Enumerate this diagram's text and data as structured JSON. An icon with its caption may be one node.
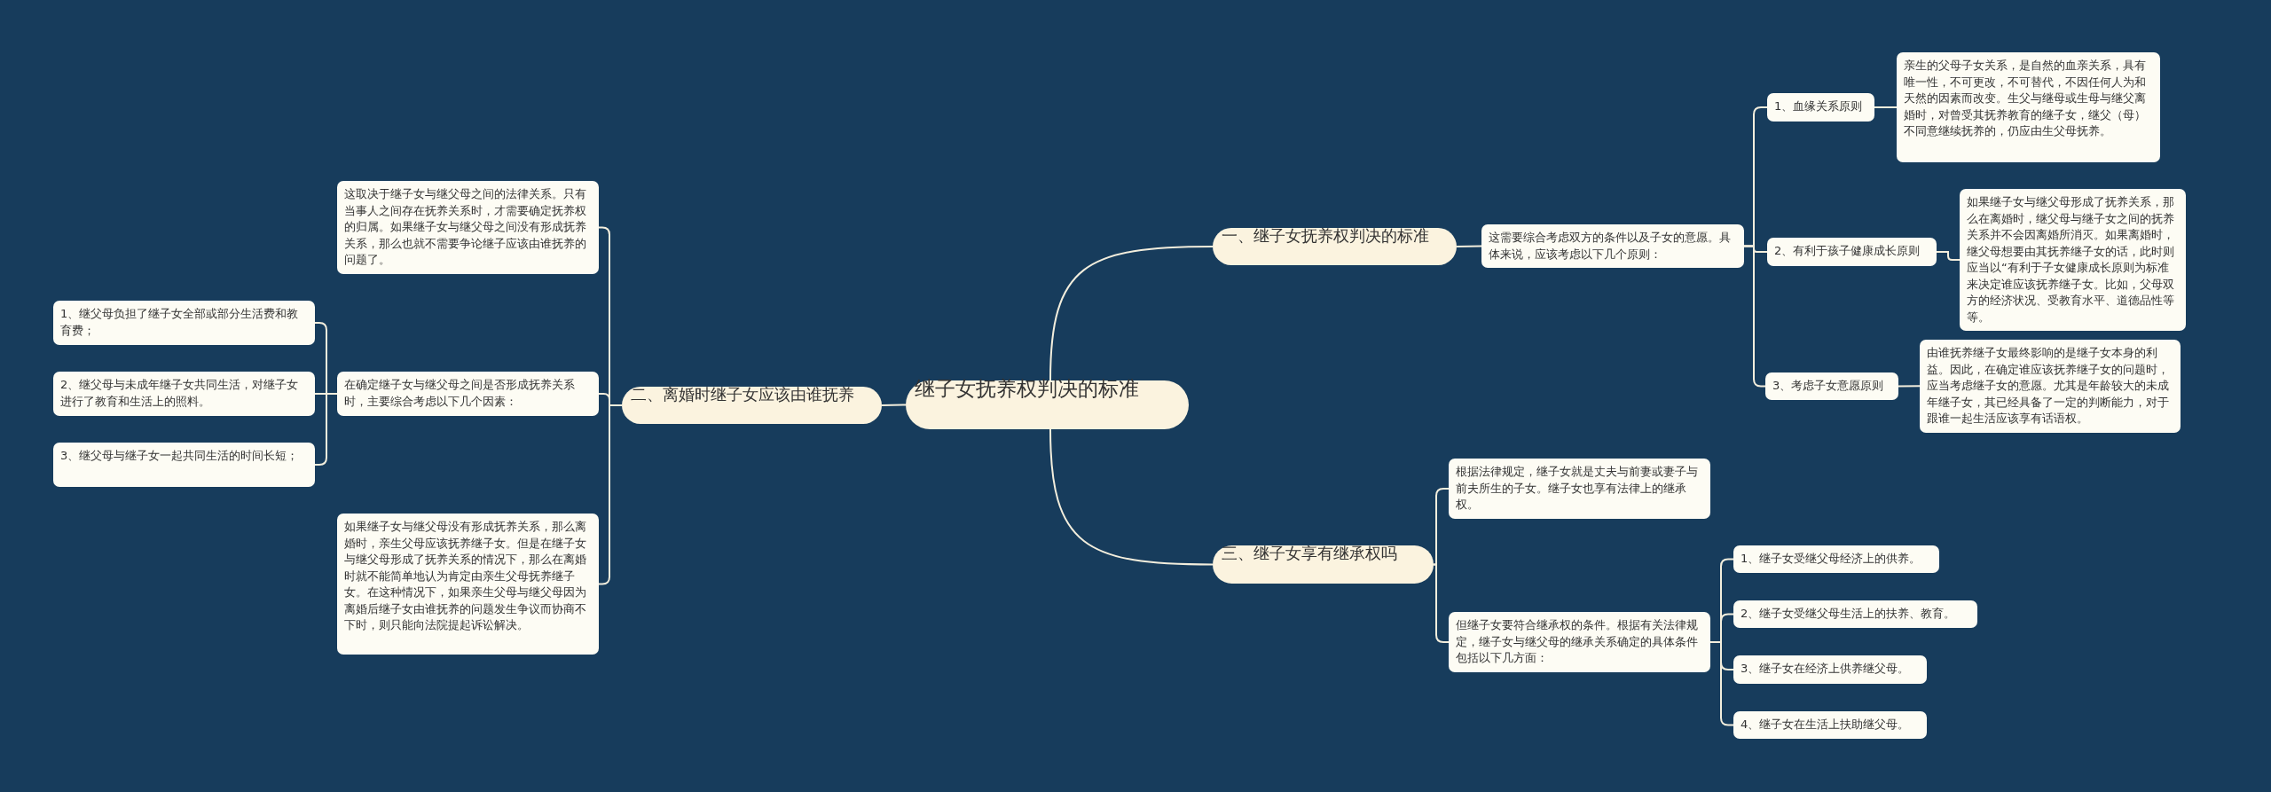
{
  "diagram": {
    "nodes": [
      {
        "text": [
          "继子女抚养权判决的标准"
        ]
      },
      {
        "text": [
          "一、继子女抚养权判决的标准"
        ]
      },
      {
        "text": [
          "这需要综合考虑双方的条件以及子女的意愿。具体来说，应该考虑以下几个原则："
        ]
      },
      {
        "text": [
          "1、血缘关系原则"
        ]
      },
      {
        "text": [
          "亲生的父母子女关系，是自然的血亲关系，具有唯一性，不可更改，不可替代，不因任何人为和天然的因素而改变。生父与继母或生母与继父离婚时，对曾受其抚养教育的继子女，继父（母）不同意继续抚养的，仍应由生父母抚养。"
        ]
      },
      {
        "text": [
          "2、有利于孩子健康成长原则"
        ]
      },
      {
        "text": [
          "如果继子女与继父母形成了抚养关系，那么在离婚时，继父母与继子女之间的抚养关系并不会因离婚所消灭。如果离婚时，继父母想要由其抚养继子女的话，此时则应当以“有利于子女健康成长原则为标准来决定谁应该抚养继子女。比如，父母双方的经济状况、受教育水平、道德品性等等。"
        ]
      },
      {
        "text": [
          "3、考虑子女意愿原则"
        ]
      },
      {
        "text": [
          "由谁抚养继子女最终影响的是继子女本身的利益。因此，在确定谁应该抚养继子女的问题时，应当考虑继子女的意愿。尤其是年龄较大的未成年继子女，其已经具备了一定的判断能力，对于跟谁一起生活应该享有话语权。"
        ]
      },
      {
        "text": [
          "二、离婚时继子女应该由谁抚养"
        ]
      },
      {
        "text": [
          "这取决于继子女与继父母之间的法律关系。只有当事人之间存在抚养关系时，才需要确定抚养权的归属。如果继子女与继父母之间没有形成抚养关系，那么也就不需要争论继子应该由谁抚养的问题了。"
        ]
      },
      {
        "text": [
          "在确定继子女与继父母之间是否形成抚养关系时，主要综合考虑以下几个因素："
        ]
      },
      {
        "text": [
          "1、继父母负担了继子女全部或部分生活费和教育费；"
        ]
      },
      {
        "text": [
          "2、继父母与未成年继子女共同生活，对继子女进行了教育和生活上的照料。"
        ]
      },
      {
        "text": [
          "3、继父母与继子女一起共同生活的时间长短；"
        ]
      },
      {
        "text": [
          "如果继子女与继父母没有形成抚养关系，那么离婚时，亲生父母应该抚养继子女。但是在继子女与继父母形成了抚养关系的情况下，那么在离婚时就不能简单地认为肯定由亲生父母抚养继子女。在这种情况下，如果亲生父母与继父母因为离婚后继子女由谁抚养的问题发生争议而协商不下时，则只能向法院提起诉讼解决。"
        ]
      },
      {
        "text": [
          "三、继子女享有继承权吗"
        ]
      },
      {
        "text": [
          "根据法律规定，继子女就是丈夫与前妻或妻子与前夫所生的子女。继子女也享有法律上的继承权。"
        ]
      },
      {
        "text": [
          "但继子女要符合继承权的条件。根据有关法律规定，继子女与继父母的继承关系确定的具体条件包括以下几方面："
        ]
      },
      {
        "text": [
          "1、继子女受继父母经济上的供养。"
        ]
      },
      {
        "text": [
          "2、继子女受继父母生活上的扶养、教育。"
        ]
      },
      {
        "text": [
          "3、继子女在经济上供养继父母。"
        ]
      },
      {
        "text": [
          "4、继子女在生活上扶助继父母。"
        ]
      }
    ],
    "edges": [
      {
        "from": 0,
        "to": 1,
        "arrow": "none"
      },
      {
        "from": 1,
        "to": 2,
        "arrow": "none"
      },
      {
        "from": 2,
        "to": 3,
        "arrow": "none"
      },
      {
        "from": 3,
        "to": 4,
        "arrow": "none"
      },
      {
        "from": 2,
        "to": 5,
        "arrow": "none"
      },
      {
        "from": 5,
        "to": 6,
        "arrow": "none"
      },
      {
        "from": 2,
        "to": 7,
        "arrow": "none"
      },
      {
        "from": 7,
        "to": 8,
        "arrow": "none"
      },
      {
        "from": 0,
        "to": 9,
        "arrow": "none"
      },
      {
        "from": 9,
        "to": 10,
        "arrow": "none"
      },
      {
        "from": 9,
        "to": 11,
        "arrow": "none"
      },
      {
        "from": 11,
        "to": 12,
        "arrow": "none"
      },
      {
        "from": 11,
        "to": 13,
        "arrow": "none"
      },
      {
        "from": 11,
        "to": 14,
        "arrow": "none"
      },
      {
        "from": 9,
        "to": 15,
        "arrow": "none"
      },
      {
        "from": 0,
        "to": 16,
        "arrow": "none"
      },
      {
        "from": 16,
        "to": 17,
        "arrow": "none"
      },
      {
        "from": 16,
        "to": 18,
        "arrow": "none"
      },
      {
        "from": 18,
        "to": 19,
        "arrow": "none"
      },
      {
        "from": 18,
        "to": 20,
        "arrow": "none"
      },
      {
        "from": 18,
        "to": 21,
        "arrow": "none"
      },
      {
        "from": 18,
        "to": 22,
        "arrow": "none"
      }
    ]
  }
}
